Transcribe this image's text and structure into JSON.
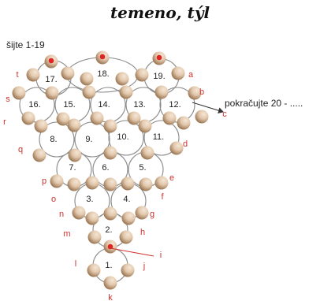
{
  "title": "temeno, týl",
  "subtitle": "šijte 1-19",
  "continue_label": "pokračujte 20 - .....",
  "colors": {
    "bead_light": "#e8d3bd",
    "bead_dark": "#8a6440",
    "ring": "#8c8c8c",
    "marker": "#e02424",
    "letters": "#d0322e"
  },
  "ring_numbers": [
    "1.",
    "2.",
    "3.",
    "4.",
    "5.",
    "6.",
    "7.",
    "8.",
    "9.",
    "10.",
    "11.",
    "12.",
    "13.",
    "14.",
    "15.",
    "16.",
    "17.",
    "18.",
    "19."
  ],
  "letters": [
    "a",
    "b",
    "c",
    "d",
    "e",
    "f",
    "g",
    "h",
    "i",
    "j",
    "k",
    "l",
    "m",
    "n",
    "o",
    "p",
    "q",
    "r",
    "s",
    "t"
  ]
}
